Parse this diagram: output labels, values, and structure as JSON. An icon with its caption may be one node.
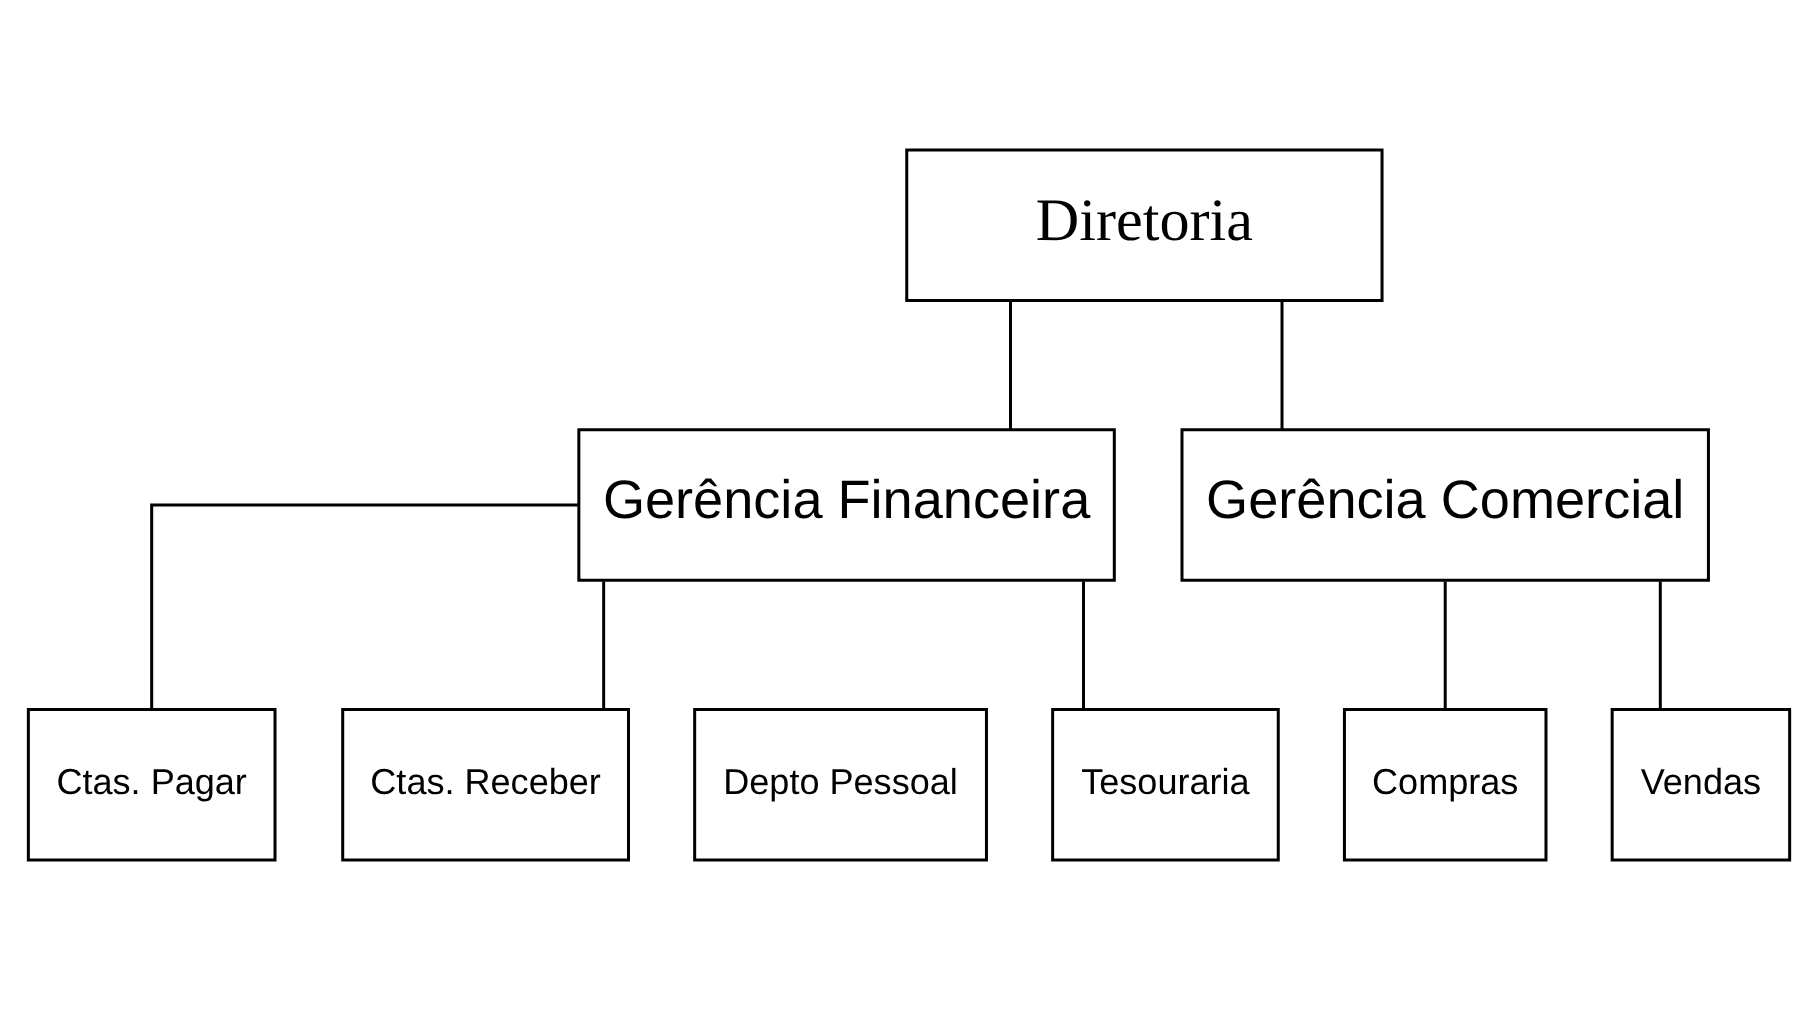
{
  "diagram": {
    "nodes": [
      {
        "text": [
          "Diretoria"
        ]
      },
      {
        "text": [
          "Gerência Financeira"
        ]
      },
      {
        "text": [
          "Gerência Comercial"
        ]
      },
      {
        "text": [
          "Ctas. Pagar"
        ]
      },
      {
        "text": [
          "Ctas. Receber"
        ]
      },
      {
        "text": [
          "Depto Pessoal"
        ]
      },
      {
        "text": [
          "Tesouraria"
        ]
      },
      {
        "text": [
          "Compras"
        ]
      },
      {
        "text": [
          "Vendas"
        ]
      }
    ],
    "edges": [
      {
        "from": 0,
        "to": 1,
        "arrow": "none"
      },
      {
        "from": 0,
        "to": 2,
        "arrow": "none"
      },
      {
        "from": 1,
        "to": 3,
        "arrow": "none"
      },
      {
        "from": 1,
        "to": 4,
        "arrow": "none"
      },
      {
        "from": 1,
        "to": 6,
        "arrow": "none"
      },
      {
        "from": 2,
        "to": 7,
        "arrow": "none"
      },
      {
        "from": 2,
        "to": 8,
        "arrow": "none"
      }
    ]
  }
}
